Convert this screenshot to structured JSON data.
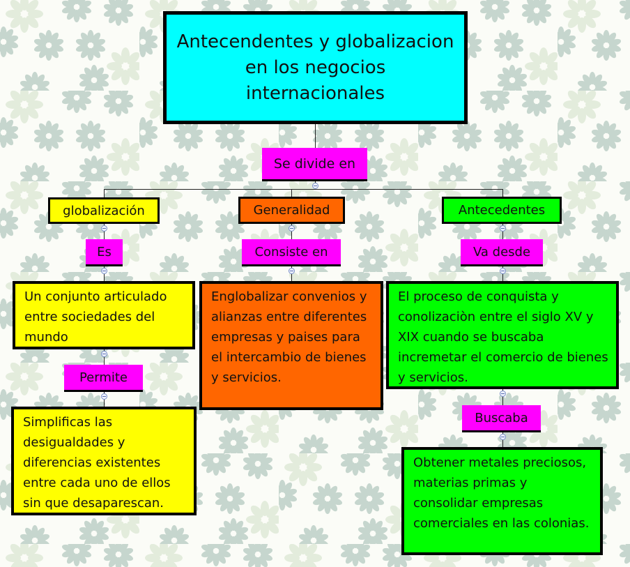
{
  "map": {
    "title": "Antecendentes y globalizacion en los negocios internacionales",
    "root_link": "Se divide en",
    "branches": [
      {
        "topic": "globalización",
        "color": "#ffff00",
        "link1": "Es",
        "content1": "Un conjunto articulado entre sociedades del mundo",
        "link2": "Permite",
        "content2": "Simplificas las desigualdades  y diferencias existentes entre cada uno de ellos sin que  desaparescan."
      },
      {
        "topic": "Generalidad",
        "color": "#ff6600",
        "link1": "Consiste en",
        "content1": "Englobalizar convenios y alianzas entre diferentes empresas y paises para el intercambio de bienes y servicios."
      },
      {
        "topic": "Antecedentes",
        "color": "#00ff00",
        "link1": "Va desde",
        "content1": "El proceso de conquista y conolizaciòn entre el siglo XV y XIX cuando se buscaba incremetar el comercio de bienes y servicios.",
        "link2": "Buscaba",
        "content2": "Obtener metales preciosos, materias primas y consolidar empresas comerciales en las colonias."
      }
    ]
  },
  "colors": {
    "title_bg": "#00ffff",
    "link_bg": "#ff00ff",
    "background": "#fbfcf7",
    "pattern": "#c9d8d0"
  }
}
